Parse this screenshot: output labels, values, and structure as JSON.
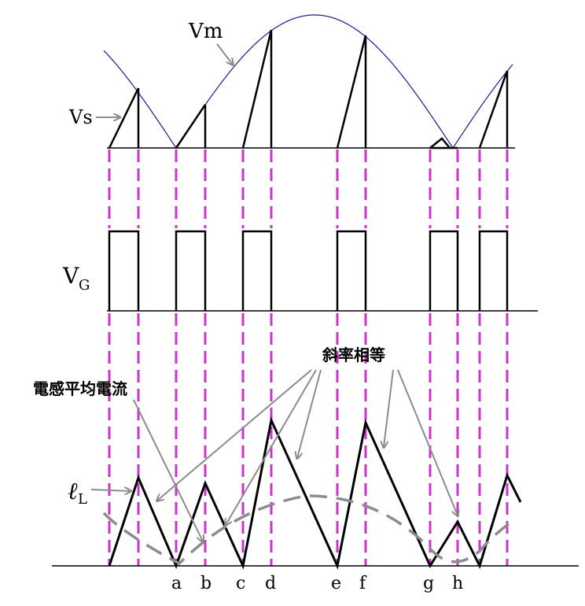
{
  "labels": {
    "vm": "Vm",
    "vs": "Vs",
    "vg_main": "V",
    "vg_sub": "G",
    "il_main": "ℓ",
    "il_sub": "L",
    "avg_current": "電感平均電流",
    "equal_slope": "斜率相等"
  },
  "points": [
    "a",
    "b",
    "c",
    "d",
    "e",
    "f",
    "g",
    "h"
  ],
  "colors": {
    "sine": "#1a1a8c",
    "waveform": "#000000",
    "guide": "#cc33cc",
    "arrow": "#8c8c8c",
    "average": "#8c8c8c"
  }
}
